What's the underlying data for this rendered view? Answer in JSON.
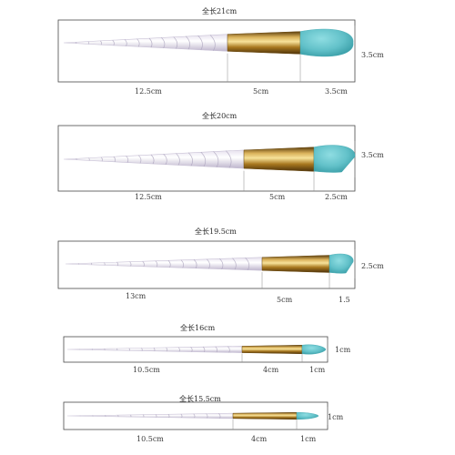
{
  "colors": {
    "handle": "#f4f1f8",
    "handle_shade": "#c9c2d6",
    "handle_spiral": "#a79fb9",
    "ferrule_gold": "#b98a2e",
    "ferrule_dark": "#6b4a12",
    "ferrule_light": "#f2d684",
    "bristle": "#6ec8cf",
    "bristle_shade": "#3ea6ae",
    "frame": "#4a4a4a",
    "guide": "#888888"
  },
  "brushes": [
    {
      "total": "全长21cm",
      "height": "3.5cm",
      "segments": [
        "12.5cm",
        "5cm",
        "3.5cm"
      ],
      "bristle_shape": "round"
    },
    {
      "total": "全长20cm",
      "height": "3.5cm",
      "segments": [
        "12.5cm",
        "5cm",
        "2.5cm"
      ],
      "bristle_shape": "angled"
    },
    {
      "total": "全长19.5cm",
      "height": "2.5cm",
      "segments": [
        "13cm",
        "5cm",
        "1.5"
      ],
      "bristle_shape": "angled"
    },
    {
      "total": "全长16cm",
      "height": "1cm",
      "segments": [
        "10.5cm",
        "4cm",
        "1cm"
      ],
      "bristle_shape": "pointed"
    },
    {
      "total": "全长15.5cm",
      "height": "1cm",
      "segments": [
        "10.5cm",
        "4cm",
        "1cm"
      ],
      "bristle_shape": "fine"
    }
  ]
}
